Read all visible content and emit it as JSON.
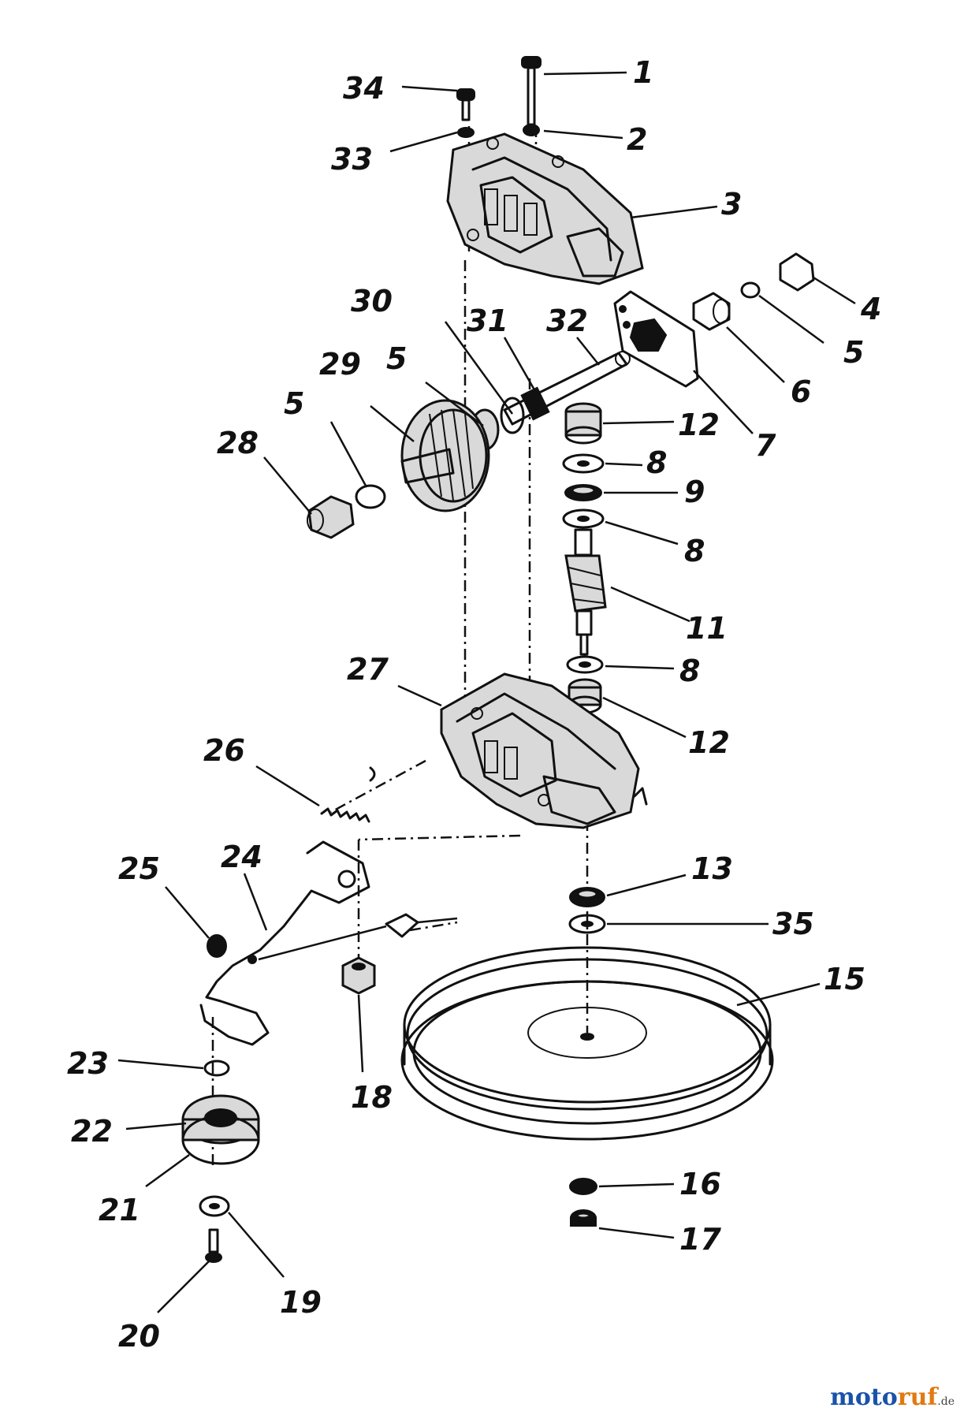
{
  "diagram": {
    "part_numbers": [
      "1",
      "2",
      "3",
      "4",
      "5",
      "5",
      "6",
      "7",
      "8",
      "9",
      "8",
      "11",
      "8",
      "12",
      "12",
      "13",
      "35",
      "15",
      "16",
      "17",
      "18",
      "19",
      "20",
      "21",
      "22",
      "23",
      "24",
      "25",
      "26",
      "27",
      "28",
      "29",
      "5",
      "30",
      "31",
      "32",
      "33",
      "34"
    ]
  },
  "watermark": {
    "part_a": "moto",
    "part_b": "ruf",
    "part_c": ".de"
  }
}
